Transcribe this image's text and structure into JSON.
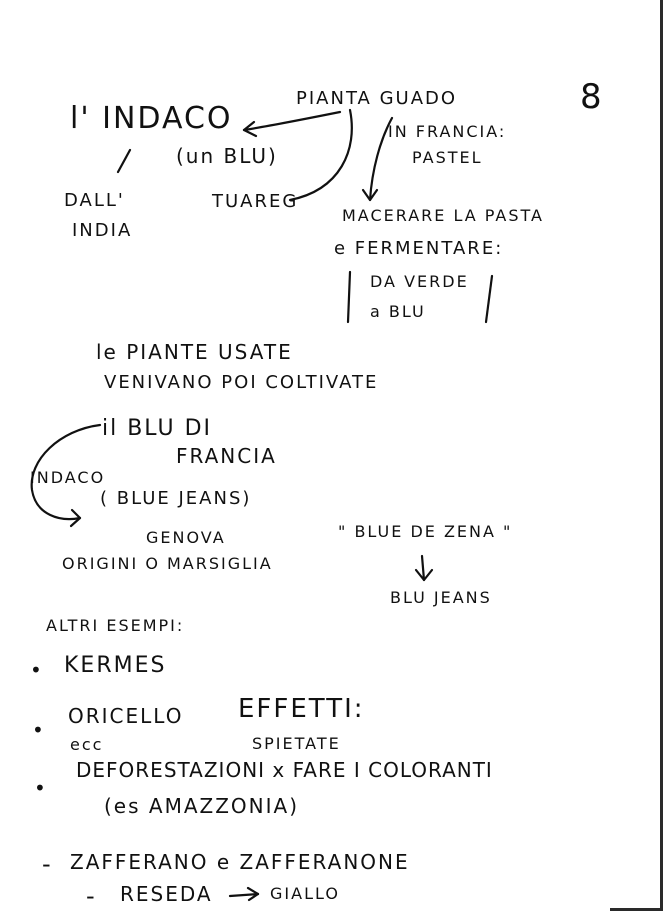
{
  "page_number": "8",
  "notes": {
    "l_indaco": "l' INDACO",
    "pianta_guado": "PIANTA GUADO",
    "un_blu": "(un BLU)",
    "in_francia": "IN FRANCIA:",
    "pastel": "PASTEL",
    "dall": "DALL'",
    "india": "INDIA",
    "tuareg": "TUAREG",
    "macerare": "MACERARE LA PASTA",
    "fermentare": "e FERMENTARE:",
    "da_verde": "DA VERDE",
    "a_blu": "a BLU",
    "le_piante": "le PIANTE USATE",
    "venivano": "VENIVANO POI COLTIVATE",
    "il_blu_di": "il BLU DI",
    "francia": "FRANCIA",
    "indaco_small": "INDACO",
    "blue_jeans_paren": "( BLUE JEANS)",
    "genova": "GENOVA",
    "origini": "ORIGINI O MARSIGLIA",
    "blue_de_zena": "\" BLUE DE ZENA \"",
    "blu_jeans": "BLU JEANS",
    "altri_esempi": "ALTRI ESEMPI:",
    "kermes": "KERMES",
    "oricello": "ORICELLO",
    "effetti": "EFFETTI:",
    "ecc": "ecc",
    "spietate": "SPIETATE",
    "deforestazioni": "DEFORESTAZIONI x FARE I COLORANTI",
    "es_amazzonia": "(es AMAZZONIA)",
    "zafferano": "ZAFFERANO e ZAFFERANONE",
    "reseda": "RESEDA",
    "giallo": "GIALLO"
  },
  "bullets": {
    "dot": "•",
    "dash": "-"
  }
}
